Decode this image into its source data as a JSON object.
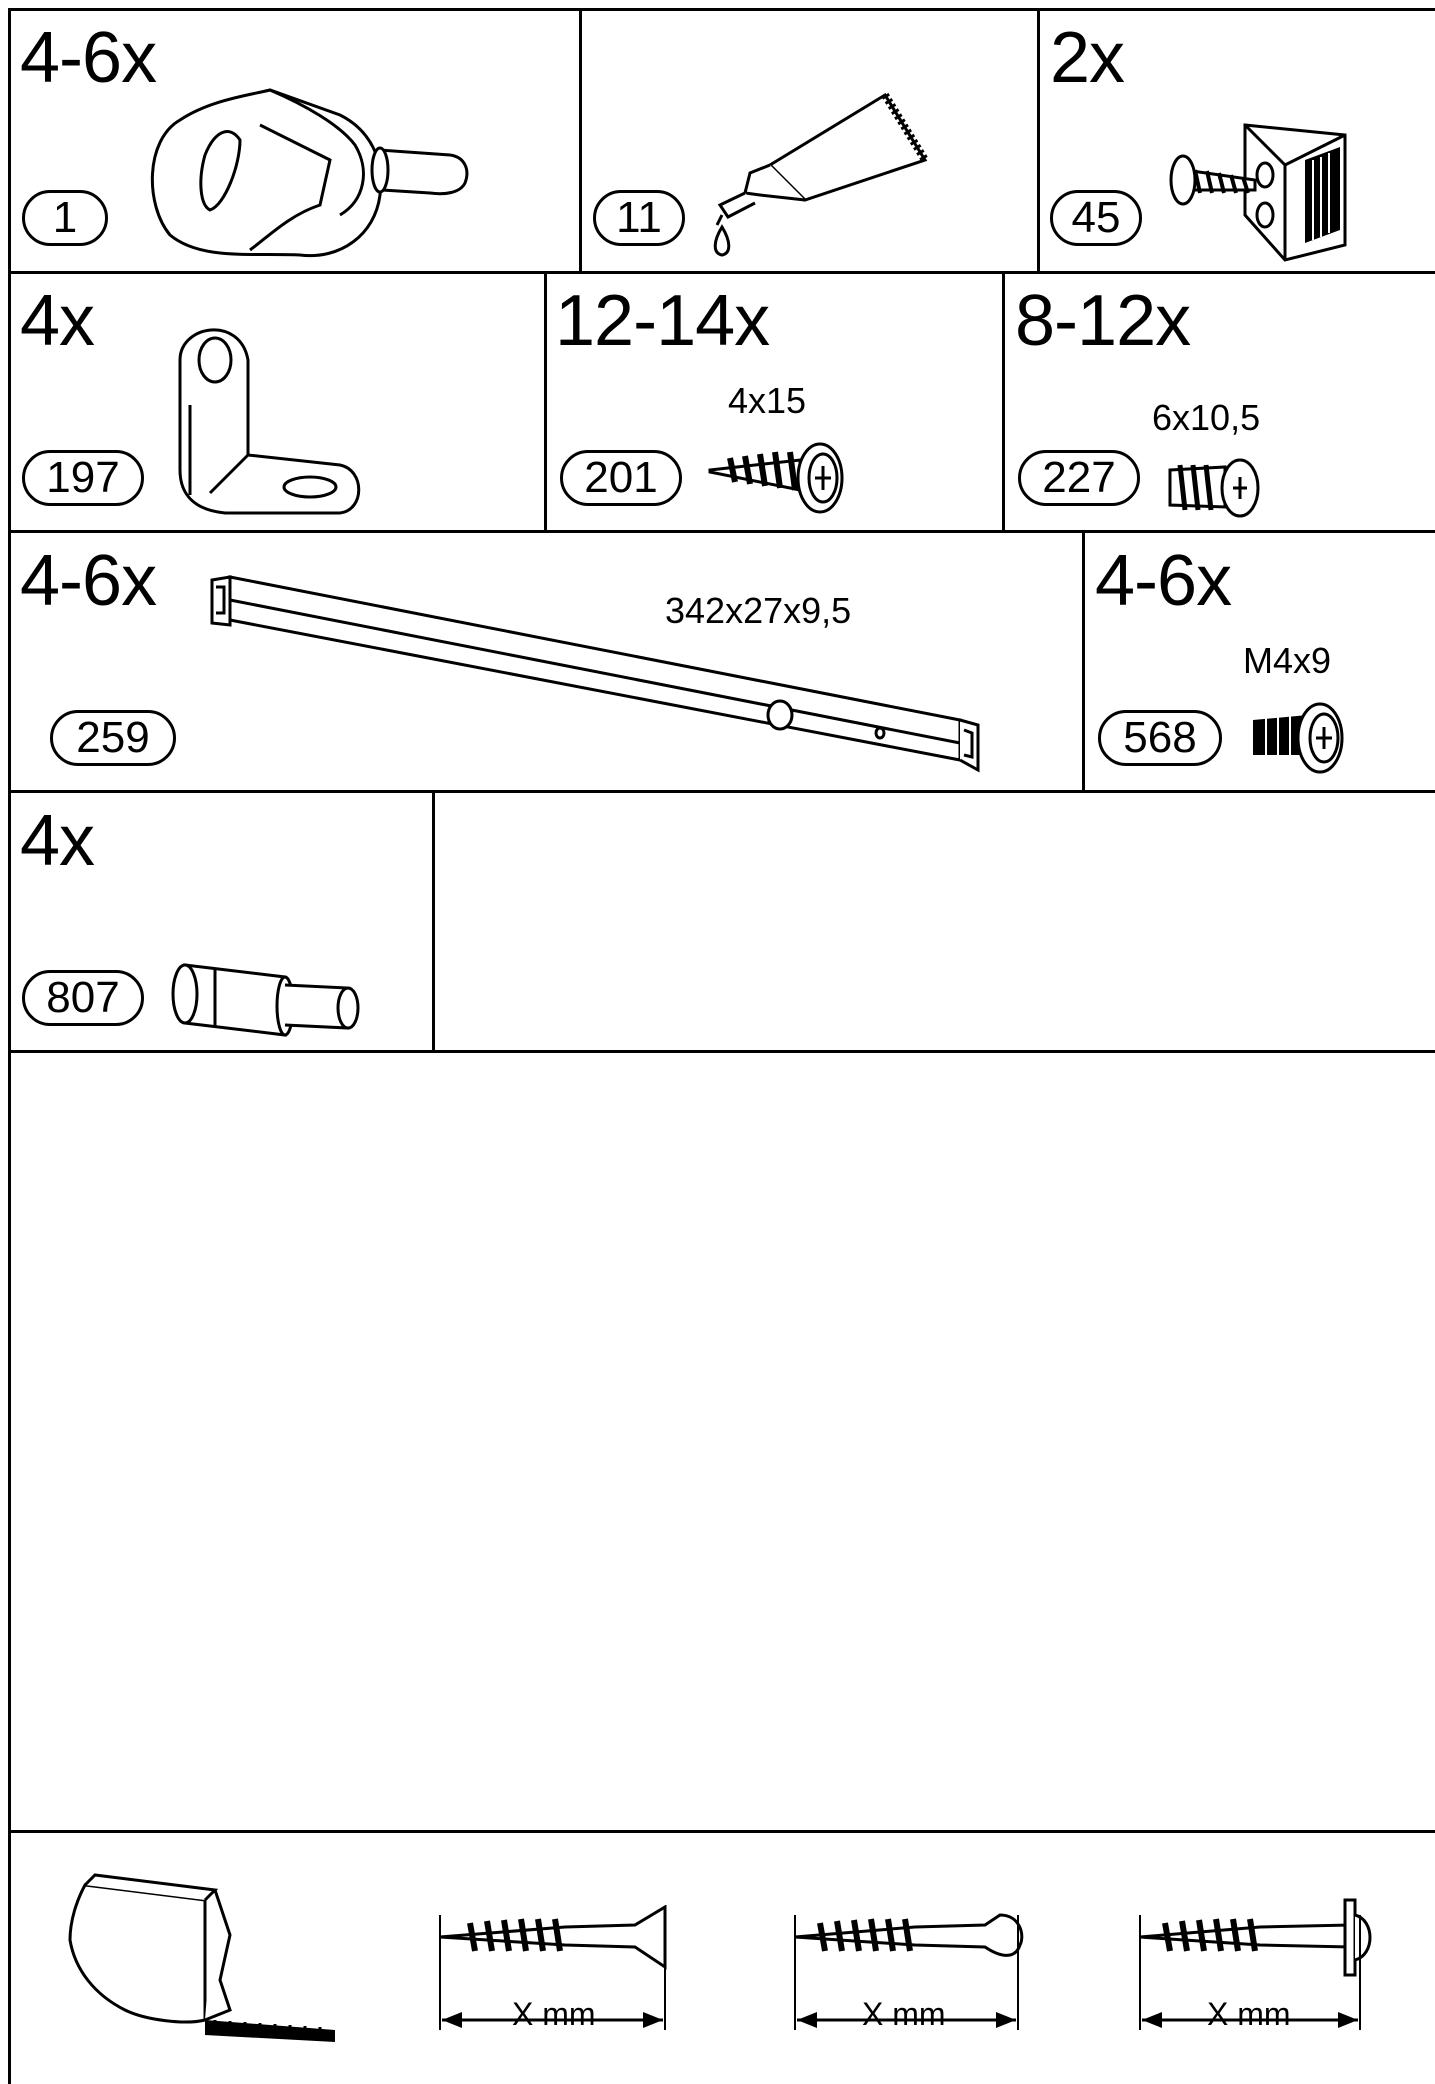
{
  "parts": [
    {
      "number": "1",
      "quantity": "4-6x",
      "icon": "cam-lock-fitting-icon"
    },
    {
      "number": "11",
      "quantity": "",
      "icon": "glue-tube-icon"
    },
    {
      "number": "45",
      "quantity": "2x",
      "icon": "corner-bracket-screw-icon"
    },
    {
      "number": "197",
      "quantity": "4x",
      "icon": "angle-bracket-icon"
    },
    {
      "number": "201",
      "quantity": "12-14x",
      "size": "4x15",
      "icon": "wood-screw-icon"
    },
    {
      "number": "227",
      "quantity": "8-12x",
      "size": "6x10,5",
      "icon": "euro-screw-icon"
    },
    {
      "number": "259",
      "quantity": "4-6x",
      "size": "342x27x9,5",
      "icon": "metal-rail-icon"
    },
    {
      "number": "568",
      "quantity": "4-6x",
      "size": "M4x9",
      "icon": "machine-screw-icon"
    },
    {
      "number": "807",
      "quantity": "4x",
      "icon": "shelf-pin-icon"
    }
  ],
  "fasteners": [
    {
      "label": "X mm",
      "icon": "countersunk-screw-icon"
    },
    {
      "label": "X mm",
      "icon": "raised-head-screw-icon"
    },
    {
      "label": "X mm",
      "icon": "washer-head-screw-icon"
    }
  ]
}
